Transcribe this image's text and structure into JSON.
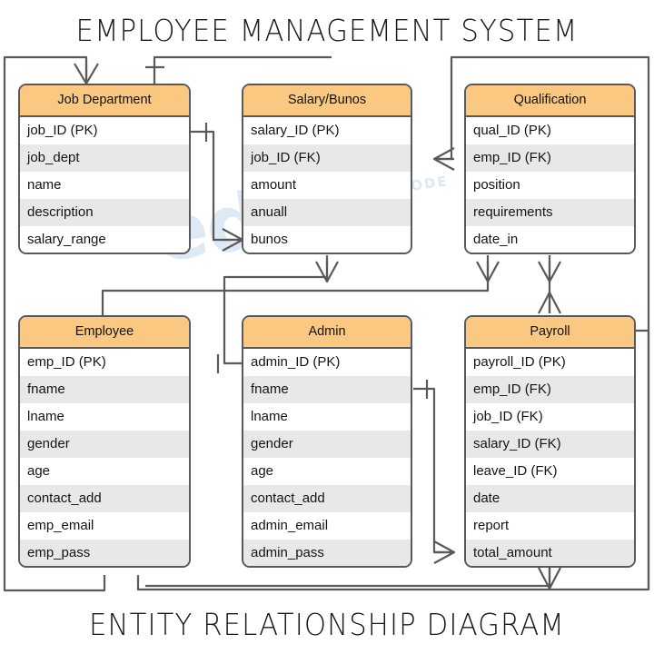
{
  "diagram": {
    "title_top": "EMPLOYEE MANAGEMENT SYSTEM",
    "title_bottom": "ENTITY RELATIONSHIP DIAGRAM",
    "notation": "crow's-foot",
    "header_color": "#fac880",
    "border_color": "#595959",
    "row_alt_color": "#e8e8e8",
    "background": "#ffffff"
  },
  "watermark": {
    "main": "edunt",
    "sub": "SOURCE CODE"
  },
  "entities": [
    {
      "id": "job_department",
      "name": "Job Department",
      "attributes": [
        "job_ID (PK)",
        "job_dept",
        "name",
        "description",
        "salary_range"
      ]
    },
    {
      "id": "salary_bunos",
      "name": "Salary/Bunos",
      "attributes": [
        "salary_ID (PK)",
        "job_ID (FK)",
        "amount",
        "anuall",
        "bunos"
      ]
    },
    {
      "id": "qualification",
      "name": "Qualification",
      "attributes": [
        "qual_ID (PK)",
        "emp_ID (FK)",
        "position",
        "requirements",
        "date_in"
      ]
    },
    {
      "id": "employee",
      "name": "Employee",
      "attributes": [
        "emp_ID (PK)",
        "fname",
        "lname",
        "gender",
        "age",
        "contact_add",
        "emp_email",
        "emp_pass"
      ]
    },
    {
      "id": "admin",
      "name": "Admin",
      "attributes": [
        "admin_ID (PK)",
        "fname",
        "lname",
        "gender",
        "age",
        "contact_add",
        "admin_email",
        "admin_pass"
      ]
    },
    {
      "id": "payroll",
      "name": "Payroll",
      "attributes": [
        "payroll_ID (PK)",
        "emp_ID (FK)",
        "job_ID (FK)",
        "salary_ID (FK)",
        "leave_ID (FK)",
        "date",
        "report",
        "total_amount"
      ]
    }
  ],
  "relationships": [
    {
      "from": "employee",
      "to": "job_department",
      "from_card": "one",
      "to_card": "many"
    },
    {
      "from": "job_department",
      "to": "salary_bunos",
      "from_card": "one",
      "to_card": "many"
    },
    {
      "from": "employee",
      "to": "qualification",
      "from_card": "one",
      "to_card": "many"
    },
    {
      "from": "salary_bunos",
      "to": "admin",
      "from_card": "many",
      "to_card": "one"
    },
    {
      "from": "qualification",
      "to": "payroll",
      "from_card": "many",
      "to_card": "many"
    },
    {
      "from": "payroll",
      "to": "employee",
      "from_card": "many",
      "to_card": "one"
    },
    {
      "from": "payroll",
      "to": "admin",
      "from_card": "many",
      "to_card": "one"
    }
  ]
}
